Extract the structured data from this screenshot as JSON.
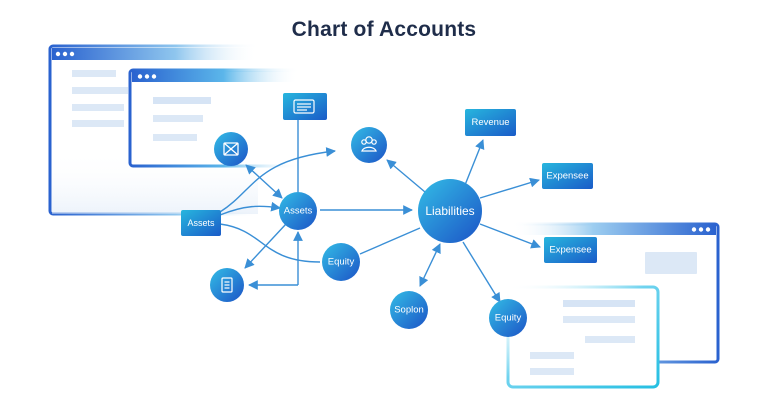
{
  "title": "Chart of Accounts",
  "nodes": {
    "assets_box": "Assets",
    "assets_hub": "Assets",
    "liabilities": "Liabilities",
    "equity_mid": "Equity",
    "equity_low": "Equity",
    "soplon": "Soplon",
    "revenue": "Revenue",
    "expense_1": "Expensee",
    "expense_2": "Expensee"
  },
  "icons": {
    "document_box": "document-icon",
    "envelope_circle": "envelope-icon",
    "receipt_circle": "receipt-icon",
    "people_circle": "people-icon"
  },
  "colors": {
    "title": "#1f2d4a",
    "node_light": "#2fb5e3",
    "node_dark": "#1e57c9",
    "edge": "#3a8fd6",
    "window_edge": "#4fc3ea"
  }
}
